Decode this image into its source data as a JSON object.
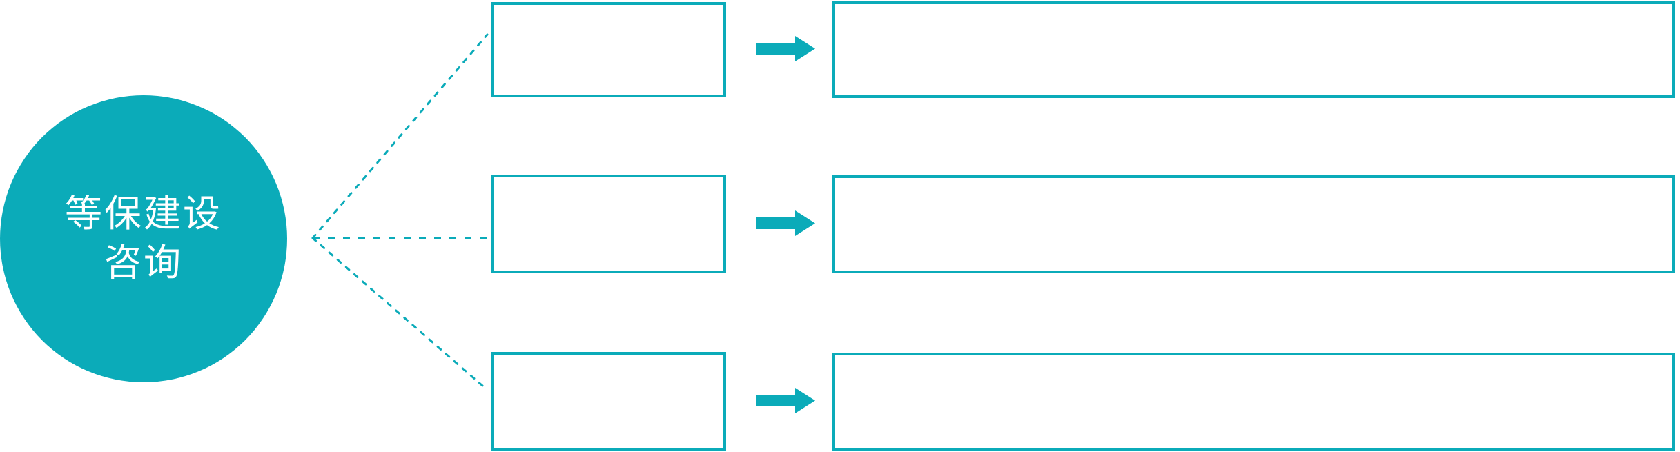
{
  "diagram": {
    "type": "hub-and-spoke process diagram",
    "background_color": "#FFFFFF",
    "accent_color": "#0BABB9",
    "hub": {
      "shape": "circle",
      "fill": "#0BABB9",
      "text_color": "#FFFFFF",
      "line1": "等保建设",
      "line2": "咨询"
    },
    "connector": {
      "style": "dotted",
      "color": "#0BABB9",
      "branch_count": 3
    },
    "rows": [
      {
        "category_label": "",
        "arrow_icon": "right-arrow-icon",
        "detail_text": ""
      },
      {
        "category_label": "",
        "arrow_icon": "right-arrow-icon",
        "detail_text": ""
      },
      {
        "category_label": "",
        "arrow_icon": "right-arrow-icon",
        "detail_text": ""
      }
    ]
  }
}
